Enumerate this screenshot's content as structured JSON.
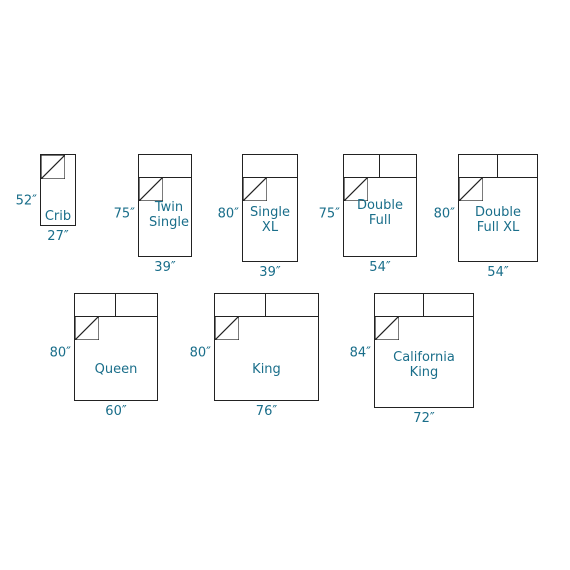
{
  "beds": [
    {
      "id": "crib",
      "label": "Crib",
      "width_label": "27″",
      "length_label": "52″",
      "pillows": 0
    },
    {
      "id": "twin-single",
      "label": "Twin\nSingle",
      "width_label": "39″",
      "length_label": "75″",
      "pillows": 1
    },
    {
      "id": "single-xl",
      "label": "Single\nXL",
      "width_label": "39″",
      "length_label": "80″",
      "pillows": 1
    },
    {
      "id": "double-full",
      "label": "Double\nFull",
      "width_label": "54″",
      "length_label": "75″",
      "pillows": 2
    },
    {
      "id": "double-full-xl",
      "label": "Double\nFull XL",
      "width_label": "54″",
      "length_label": "80″",
      "pillows": 2
    },
    {
      "id": "queen",
      "label": "Queen",
      "width_label": "60″",
      "length_label": "80″",
      "pillows": 2
    },
    {
      "id": "king",
      "label": "King",
      "width_label": "76″",
      "length_label": "80″",
      "pillows": 2
    },
    {
      "id": "california-king",
      "label": "California\nKing",
      "width_label": "72″",
      "length_label": "84″",
      "pillows": 2
    }
  ],
  "colors": {
    "label": "#1a6e8a",
    "outline": "#222222"
  }
}
